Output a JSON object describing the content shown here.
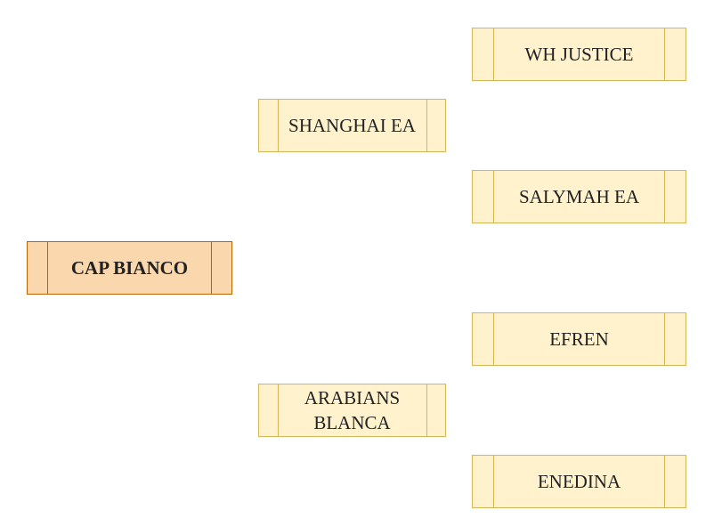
{
  "root": {
    "name": "CAP BIANCO"
  },
  "parents": [
    {
      "name": "SHANGHAI EA"
    },
    {
      "name": "ARABIANS BLANCA"
    }
  ],
  "grandparents": [
    {
      "name": "WH JUSTICE"
    },
    {
      "name": "SALYMAH EA"
    },
    {
      "name": "EFREN"
    },
    {
      "name": "ENEDINA"
    }
  ],
  "colors": {
    "root_fill": "#fad7ac",
    "root_border": "#b46504",
    "node_fill": "#fff2cc",
    "node_border": "#d6b656"
  }
}
